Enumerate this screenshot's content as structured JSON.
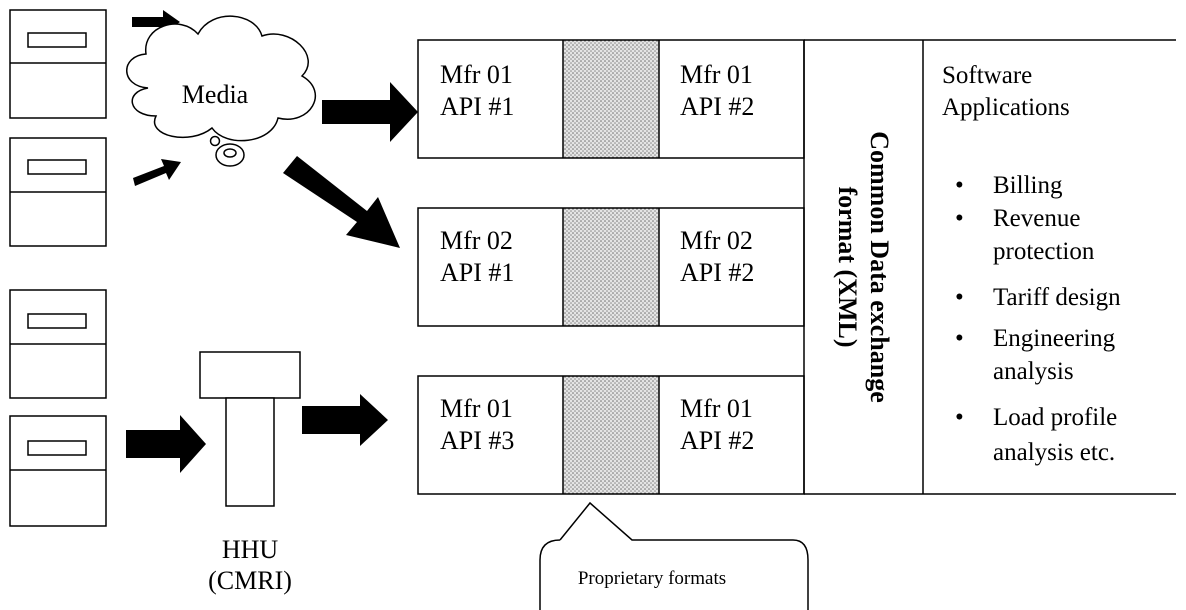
{
  "media": {
    "label": "Media"
  },
  "hhu": {
    "line1": "HHU",
    "line2": "(CMRI)"
  },
  "modules": [
    {
      "left": [
        "Mfr 01",
        "API #1"
      ],
      "right": [
        "Mfr 01",
        "API #2"
      ]
    },
    {
      "left": [
        "Mfr 02",
        "API #1"
      ],
      "right": [
        "Mfr 02",
        "API #2"
      ]
    },
    {
      "left": [
        "Mfr 01",
        "API #3"
      ],
      "right": [
        "Mfr 01",
        "API #2"
      ]
    }
  ],
  "common_format": {
    "line1": "Common Data exchange",
    "line2": "format (XML)"
  },
  "software": {
    "title": [
      "Software",
      "Applications"
    ],
    "items": [
      [
        "Billing"
      ],
      [
        "Revenue",
        "protection"
      ],
      [
        "Tariff design"
      ],
      [
        "Engineering",
        "analysis"
      ],
      [
        "Load profile",
        "analysis etc."
      ]
    ],
    "bullet": "•"
  },
  "callout": {
    "label": "Proprietary formats"
  }
}
